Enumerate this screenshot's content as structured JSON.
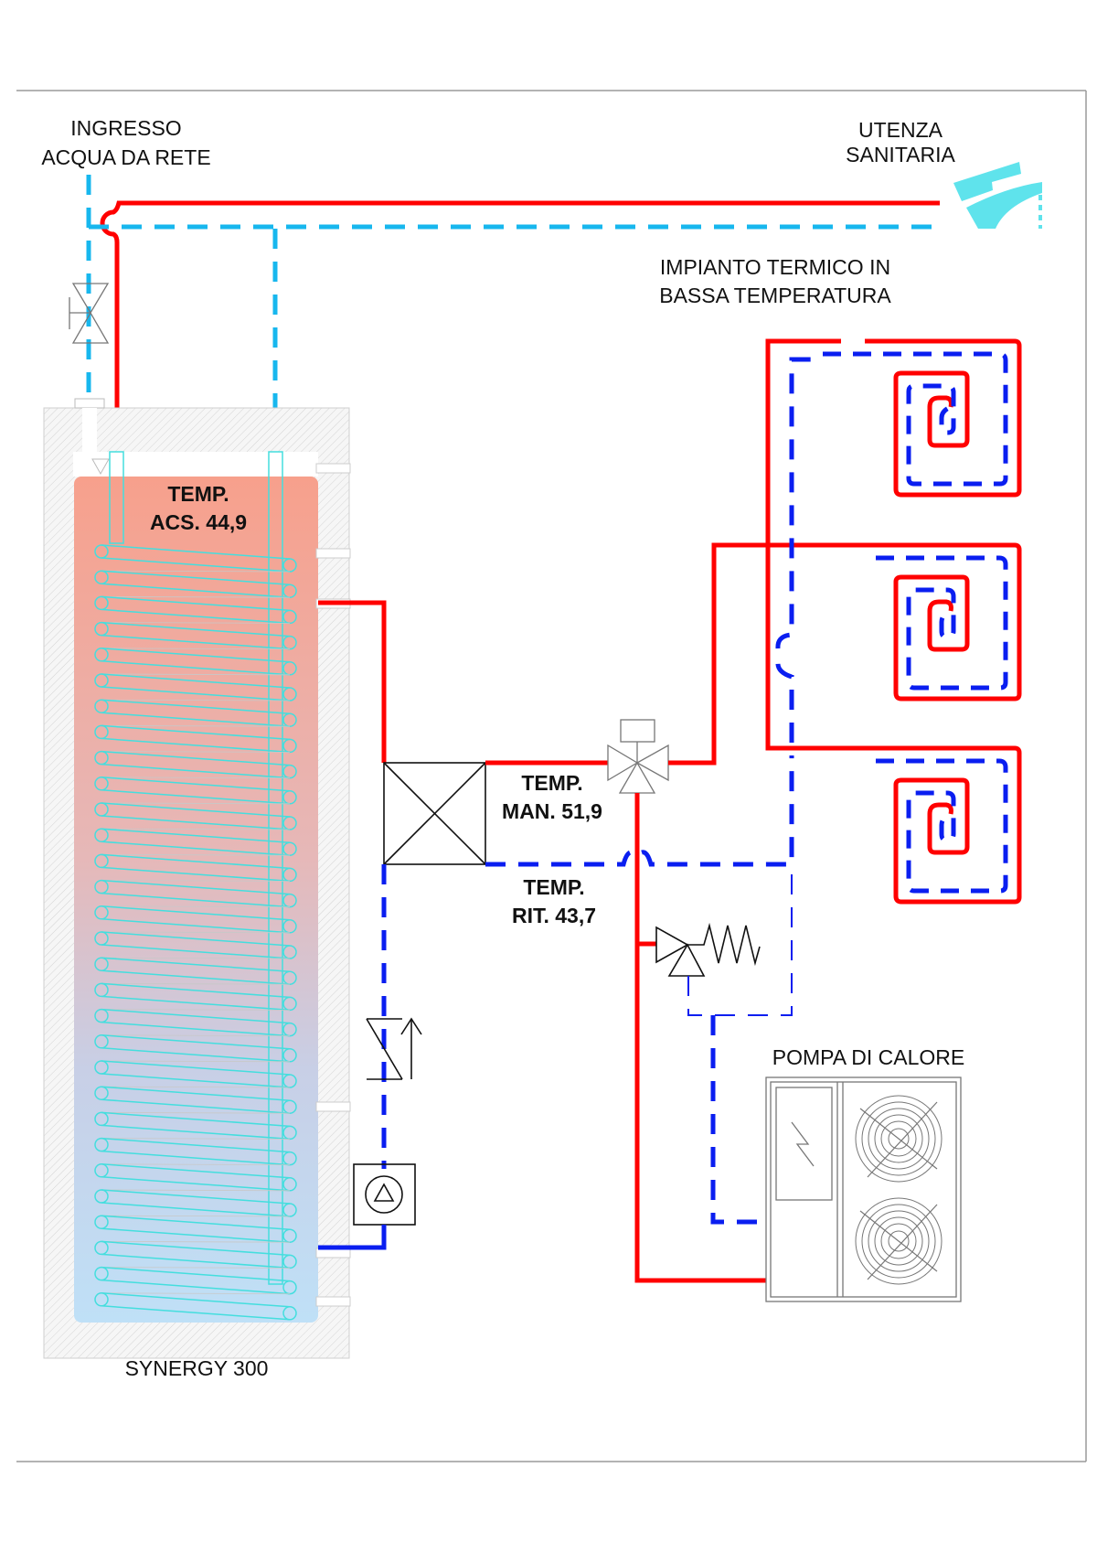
{
  "labels": {
    "inlet_line1": "INGRESSO",
    "inlet_line2": "ACQUA DA RETE",
    "user_line1": "UTENZA",
    "user_line2": "SANITARIA",
    "plant_line1": "IMPIANTO TERMICO IN",
    "plant_line2": "BASSA TEMPERATURA",
    "heat_pump": "POMPA DI CALORE",
    "tank": "SYNERGY 300"
  },
  "readings": {
    "dhw": {
      "line1": "TEMP.",
      "line2": "ACS. 44,9",
      "value": 44.9
    },
    "supply": {
      "line1": "TEMP.",
      "line2": "MAN. 51,9",
      "value": 51.9
    },
    "return": {
      "line1": "TEMP.",
      "line2": "RIT. 43,7",
      "value": 43.7
    }
  },
  "colors": {
    "hot_pipe": "#ff0000",
    "cold_water_pipe": "#17b7ee",
    "return_pipe": "#0a1ef0",
    "tank_top": "#f7a08c",
    "tank_bottom": "#bfe0f7",
    "coil": "#44dede"
  },
  "components": {
    "floor_loops": 3,
    "fans": 2,
    "coil_turns": 30
  }
}
